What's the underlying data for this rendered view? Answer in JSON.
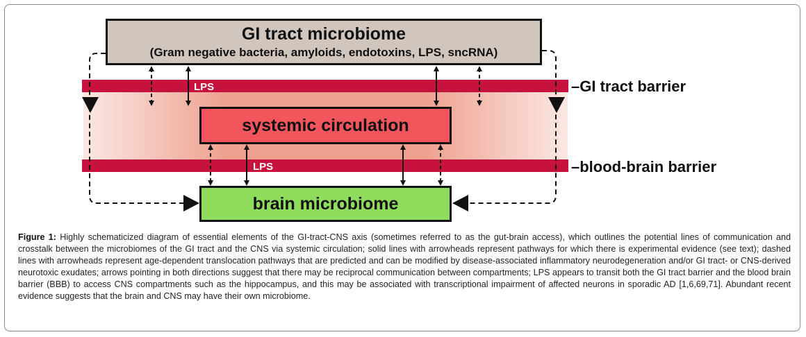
{
  "diagram": {
    "gi_microbiome": {
      "title": "GI tract microbiome",
      "subtitle": "(Gram negative bacteria, amyloids, endotoxins, LPS, sncRNA)"
    },
    "systemic_circulation": "systemic circulation",
    "brain_microbiome": "brain microbiome",
    "gi_barrier_label": "–GI tract barrier",
    "bbb_label": "–blood-brain barrier",
    "lps_label_1": "LPS",
    "lps_label_2": "LPS",
    "colors": {
      "barrier": "#c8123e",
      "gi_box": "#d0c6bd",
      "systemic_box": "#f2555c",
      "brain_box": "#90dd5e",
      "gradient_center": "#eea08f"
    }
  },
  "caption": {
    "label": "Figure 1:",
    "text": " Highly schematicized diagram of essential elements of the GI-tract-CNS axis (sometimes referred to as the gut-brain access), which outlines the potential lines of communication and crosstalk between the microbiomes of the GI tract and the CNS via systemic circulation; solid lines with arrowheads represent pathways for which there is experimental evidence (see text); dashed lines with arrowheads represent age-dependent translocation pathways that are predicted and can be modified by disease-associated inflammatory neurodegeneration and/or GI tract- or CNS-derived neurotoxic exudates; arrows pointing in both directions suggest that there may be reciprocal communication between compartments; LPS appears to transit both the GI tract barrier and the blood brain barrier (BBB) to access CNS compartments such as the hippocampus, and this may be associated with transcriptional impairment of affected neurons in sporadic AD [1,6,69,71]. Abundant recent evidence suggests that the brain and CNS may have their own microbiome."
  }
}
